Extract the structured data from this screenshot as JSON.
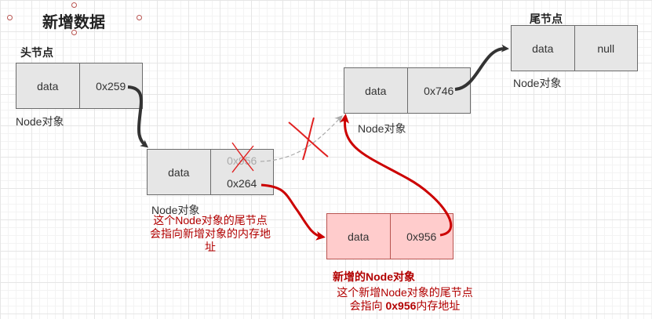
{
  "title": "新增数据",
  "head_label": "头节点",
  "tail_label": "尾节点",
  "nodes": {
    "head": {
      "data": "data",
      "next": "0x259",
      "caption": "Node对象"
    },
    "second": {
      "data": "data",
      "next_old": "0x956",
      "next_new": "0x264",
      "caption": "Node对象"
    },
    "third": {
      "data": "data",
      "next": "0x746",
      "caption": "Node对象"
    },
    "tail": {
      "data": "data",
      "next": "null",
      "caption": "Node对象"
    },
    "new": {
      "data": "data",
      "next": "0x956"
    }
  },
  "annotations": {
    "second_note_line1": "这个Node对象的尾节点",
    "second_note_line2": "会指向新增对象的内存地",
    "second_note_line3": "址",
    "new_title": "新增的Node对象",
    "new_note_line1": "这个新增Node对象的尾节点",
    "new_note_line2_prefix": "会指向 ",
    "new_note_line2_bold": "0x956",
    "new_note_line2_suffix": "内存地址"
  },
  "colors": {
    "arrow_black": "#333333",
    "arrow_red": "#cc0000",
    "arrow_dashed": "#aaaaaa",
    "new_node_fill": "#ffcccc",
    "annotation": "#b20000"
  }
}
